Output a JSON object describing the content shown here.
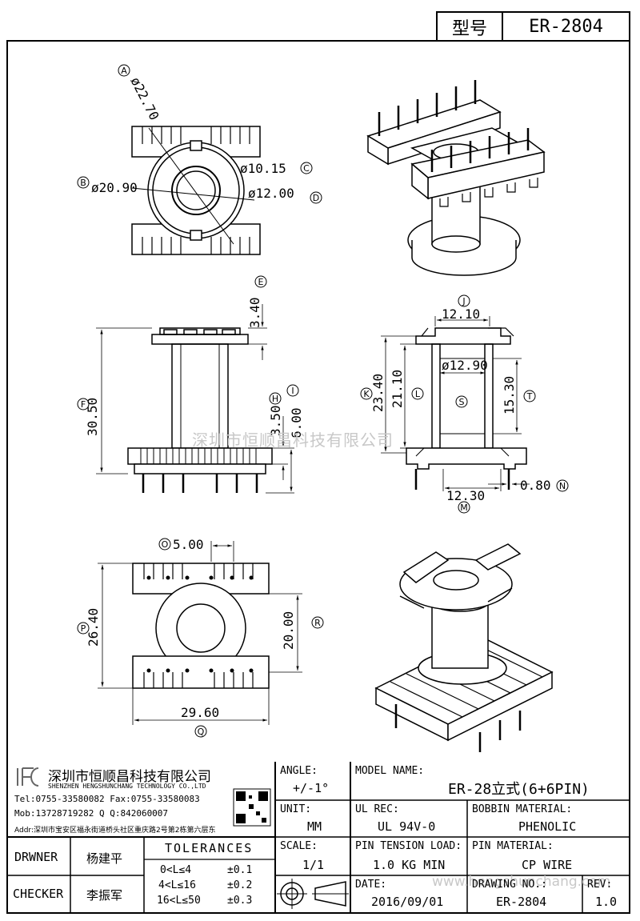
{
  "header": {
    "model_label": "型号",
    "model_value": "ER-2804"
  },
  "top_view": {
    "A": "A",
    "A_dim": "ø22.70",
    "B": "B",
    "B_dim": "ø20.90",
    "C": "C",
    "C_dim": "ø10.15",
    "D": "D",
    "D_dim": "ø12.00"
  },
  "side_view": {
    "E": "E",
    "E_dim": "3.40",
    "F": "F",
    "F_dim": "30.50",
    "H": "H",
    "H_dim": "3.50",
    "I": "I",
    "I_dim": "6.00"
  },
  "section_view": {
    "J": "J",
    "J_dim": "12.10",
    "K": "K",
    "K_dim": "23.40",
    "L": "L",
    "L_dim": "21.10",
    "S": "S",
    "S_dim": "ø12.90",
    "T": "T",
    "T_dim": "15.30",
    "M": "M",
    "M_dim": "12.30",
    "N": "N",
    "N_dim": "0.80"
  },
  "bottom_view": {
    "O": "O",
    "O_dim": "5.00",
    "P": "P",
    "P_dim": "26.40",
    "R": "R",
    "R_dim": "20.00",
    "Q": "Q",
    "Q_dim": "29.60"
  },
  "watermark": "深圳市恒顺昌科技有限公司",
  "watermark_url": "www.hengshunchang.com",
  "company": {
    "name_cn": "深圳市恒顺昌科技有限公司",
    "name_en": "SHENZHEN HENGSHUNCHANG TECHNOLOGY CO.,LTD",
    "tel_fax": "Tel:0755-33580082 Fax:0755-33580083",
    "mob_qq": "Mob:13728719282    Q  Q:842060007",
    "addr": "Addr:深圳市宝安区福永街道桥头社区重庆路2号第2栋第六层东"
  },
  "title_block": {
    "drwner_label": "DRWNER",
    "drwner_value": "杨建平",
    "checker_label": "CHECKER",
    "checker_value": "李振军",
    "tolerances_label": "TOLERANCES",
    "tol_rows": [
      {
        "range": "0<L≤4",
        "value": "±0.1"
      },
      {
        "range": "4<L≤16",
        "value": "±0.2"
      },
      {
        "range": "16<L≤50",
        "value": "±0.3"
      }
    ],
    "angle_label": "ANGLE:",
    "angle_value": "+/-1°",
    "unit_label": "UNIT:",
    "unit_value": "MM",
    "scale_label": "SCALE:",
    "scale_value": "1/1",
    "model_name_label": "MODEL NAME:",
    "model_name_value": "ER-28立式(6+6PIN)",
    "ul_label": "UL REC:",
    "ul_value": "UL 94V-0",
    "bobbin_label": "BOBBIN MATERIAL:",
    "bobbin_value": "PHENOLIC",
    "tension_label": "PIN TENSION LOAD:",
    "tension_value": "1.0 KG MIN",
    "pin_mat_label": "PIN MATERIAL:",
    "pin_mat_value": "CP WIRE",
    "date_label": "DATE:",
    "date_value": "2016/09/01",
    "drawing_no_label": "DRAWING NO.:",
    "drawing_no_value": "ER-2804",
    "rev_label": "REV:",
    "rev_value": "1.0"
  }
}
